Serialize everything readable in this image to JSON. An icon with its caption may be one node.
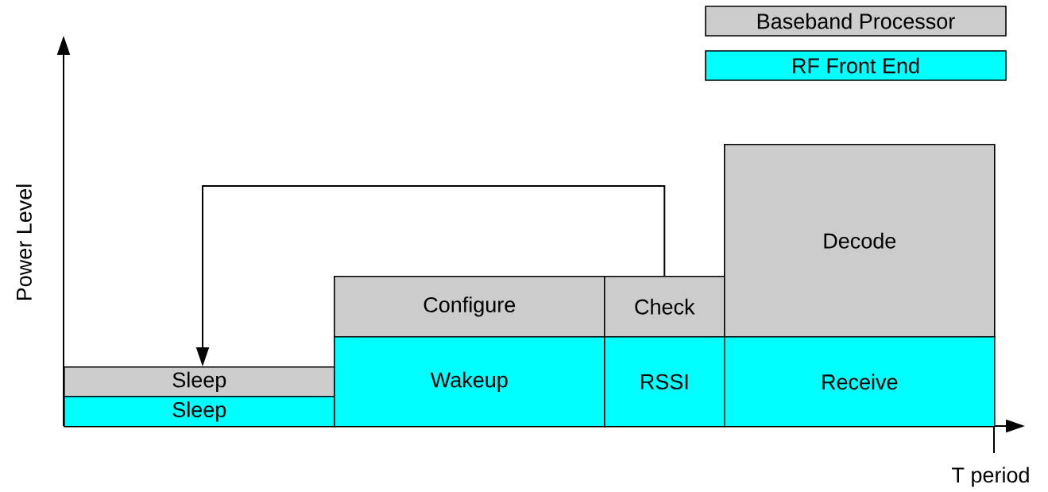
{
  "diagram": {
    "nodes": [
      {
        "text": [
          "Sleep"
        ]
      },
      {
        "text": [
          "Sleep"
        ]
      },
      {
        "text": [
          "Configure"
        ]
      },
      {
        "text": [
          "Wakeup"
        ]
      },
      {
        "text": [
          "Check"
        ]
      },
      {
        "text": [
          "RSSI"
        ]
      },
      {
        "text": [
          "Decode"
        ]
      },
      {
        "text": [
          "Receive"
        ]
      }
    ],
    "edges": [
      {
        "from": 4,
        "to": 0,
        "arrow": "to"
      }
    ],
    "labels": [
      "Power Level",
      "T period"
    ],
    "legend": [
      {
        "text": "Baseband Processor",
        "color": "#cccccc"
      },
      {
        "text": "RF Front End",
        "color": "#00ffff"
      }
    ]
  }
}
